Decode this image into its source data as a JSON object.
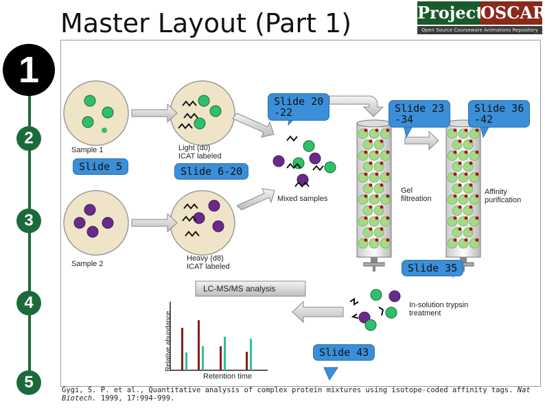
{
  "title": "Master Layout (Part 1)",
  "logo": {
    "word1": "Project",
    "word2": "OSCAR",
    "subtitle": "Open Source Courseware Animations Repository"
  },
  "steps": [
    "1",
    "2",
    "3",
    "4",
    "5"
  ],
  "labels": {
    "sample1": "Sample 1",
    "sample2": "Sample 2",
    "light": "Light (d0)\nICAT labeled",
    "heavy": "Heavy (d8)\nICAT labeled",
    "mixed": "Mixed samples",
    "gel": "Gel\nfiltreation",
    "affinity": "Affinity\npurification",
    "lcms": "LC-MS/MS analysis",
    "trypsin": "In-solution trypsin\ntreatment",
    "ylabel": "Relative abundance",
    "xlabel": "Retention time"
  },
  "callouts": {
    "slide5": "Slide 5",
    "slide6_20": "Slide 6-20",
    "slide20_22": "Slide 20\n-22",
    "slide23_34": "Slide 23\n-34",
    "slide36_42": "Slide 36\n-42",
    "slide35": "Slide 35",
    "slide43": "Slide 43"
  },
  "reference": {
    "text": "Gygi, S. P. et al., Quantitative analysis of complex protein mixtures using isotope-coded affinity tags.",
    "journal": "Nat Biotech.",
    "year": "1999,",
    "pages": "17:994-999."
  },
  "colors": {
    "green": "#2fbf6a",
    "purple": "#6a2a8a",
    "step": "#1b6b3a",
    "callout": "#3a8fd8",
    "dish": "#efe4c8"
  }
}
